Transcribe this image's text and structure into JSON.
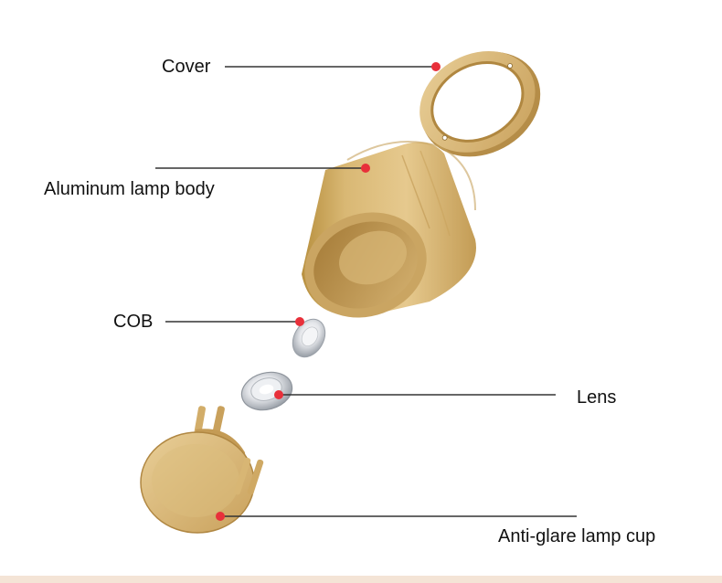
{
  "labels": {
    "cover": "Cover",
    "aluminum_lamp_body": "Aluminum lamp body",
    "cob": "COB",
    "lens": "Lens",
    "anti_glare_lamp_cup": "Anti-glare lamp cup"
  },
  "colors": {
    "background": "#ffffff",
    "leader_line": "#333333",
    "marker_dot": "#e8303a",
    "wood_light": "#e3c48a",
    "wood_mid": "#cfa763",
    "wood_dark": "#a8823f",
    "bottom_strip": "#f4e4d6"
  }
}
